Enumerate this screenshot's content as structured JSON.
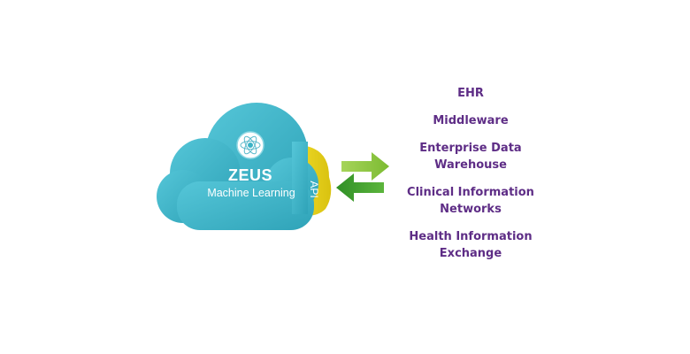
{
  "cloud": {
    "title": "ZEUS",
    "subtitle": "Machine Learning",
    "api_label": "API",
    "logo_icon": "atom-brain-icon",
    "colors": {
      "cloud": "#3bb3c6",
      "api": "#e8d21f",
      "arrow_right": "#8cc63f",
      "arrow_left": "#3f9e2f",
      "text": "#5e2d86"
    }
  },
  "arrows": {
    "to_systems_icon": "arrow-right-icon",
    "from_systems_icon": "arrow-left-icon"
  },
  "systems": [
    {
      "label": "EHR"
    },
    {
      "label": "Middleware"
    },
    {
      "label": "Enterprise Data Warehouse"
    },
    {
      "label": "Clinical Information Networks"
    },
    {
      "label": "Health Information Exchange"
    }
  ]
}
